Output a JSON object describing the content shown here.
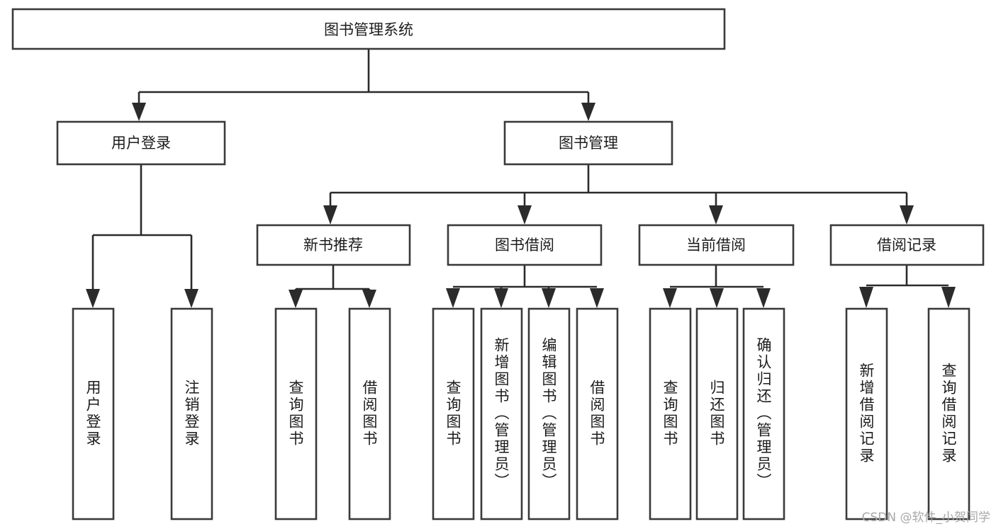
{
  "diagram": {
    "title": "图书管理系统",
    "type": "tree-hierarchy-chart",
    "root": {
      "label": "图书管理系统"
    },
    "level2": [
      {
        "label": "用户登录"
      },
      {
        "label": "图书管理"
      }
    ],
    "level3": [
      {
        "label": "新书推荐"
      },
      {
        "label": "图书借阅"
      },
      {
        "label": "当前借阅"
      },
      {
        "label": "借阅记录"
      }
    ],
    "leaves": {
      "user_login": [
        {
          "label": "用户登录"
        },
        {
          "label": "注销登录"
        }
      ],
      "new_book_recommend": [
        {
          "label": "查询图书"
        },
        {
          "label": "借阅图书"
        }
      ],
      "book_borrow": [
        {
          "label": "查询图书"
        },
        {
          "label": "新增图书（管理员）"
        },
        {
          "label": "编辑图书（管理员）"
        },
        {
          "label": "借阅图书"
        }
      ],
      "current_borrow": [
        {
          "label": "查询图书"
        },
        {
          "label": "归还图书"
        },
        {
          "label": "确认归还（管理员）"
        }
      ],
      "borrow_record": [
        {
          "label": "新增借阅记录"
        },
        {
          "label": "查询借阅记录"
        }
      ]
    }
  },
  "watermark": {
    "text": "CSDN @软件_小贺同学"
  },
  "colors": {
    "background": "#ffffff",
    "box_stroke": "#3a3a3a",
    "connector": "#2b2b2b",
    "text": "#1c1c1c",
    "watermark": "#a8a8a8"
  }
}
